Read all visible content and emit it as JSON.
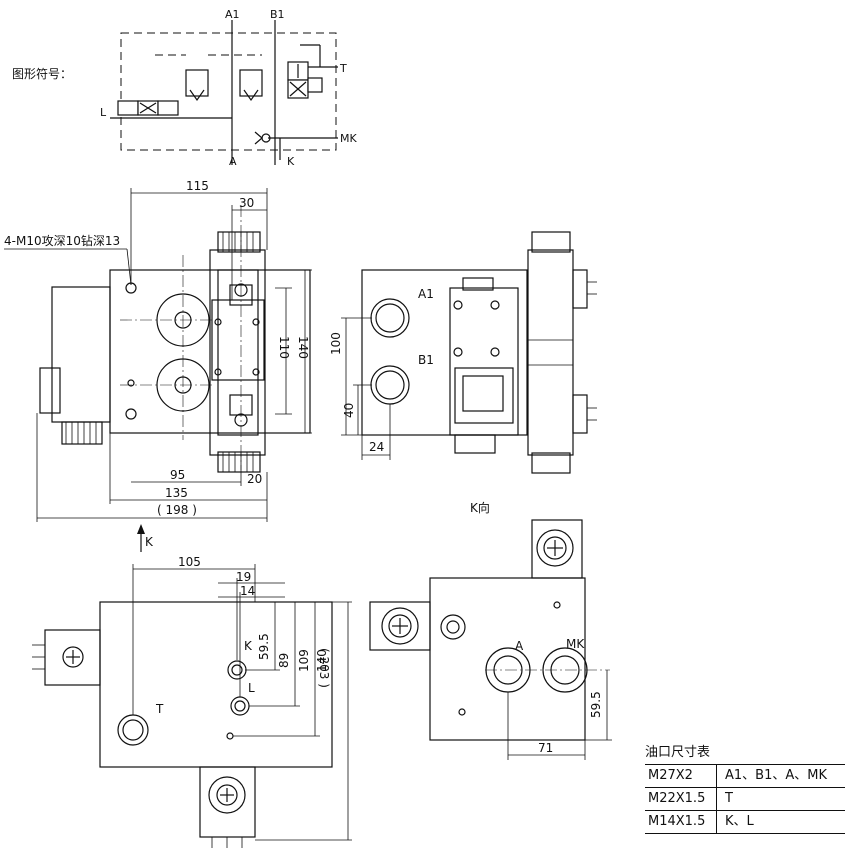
{
  "symbol": {
    "label": "图形符号：",
    "ports": {
      "A1": "A1",
      "B1": "B1",
      "T": "T",
      "L": "L",
      "A": "A",
      "K": "K",
      "MK": "MK"
    }
  },
  "dims": {
    "d115": "115",
    "d30": "30",
    "d110": "110",
    "d140": "140",
    "d95": "95",
    "d135": "135",
    "d198": "( 198 )",
    "d20": "20",
    "thread": "4-M10攻深10钻深13",
    "d100": "100",
    "d40": "40",
    "d24": "24",
    "d105": "105",
    "d19": "19",
    "d14": "14",
    "d59_5": "59.5",
    "d89": "89",
    "d109": "109",
    "d140b": "140",
    "d203": "( 203 )",
    "d71": "71",
    "d59_5b": "59.5"
  },
  "labels": {
    "a1": "A1",
    "b1": "B1",
    "kdir": "K向",
    "k_arrow": "K",
    "t": "T",
    "k": "K",
    "l": "L",
    "a": "A",
    "mk": "MK"
  },
  "port_table": {
    "title": "油口尺寸表",
    "rows": [
      {
        "size": "M27X2",
        "ports": "A1、B1、A、MK"
      },
      {
        "size": "M22X1.5",
        "ports": "T"
      },
      {
        "size": "M14X1.5",
        "ports": "K、L"
      }
    ]
  }
}
